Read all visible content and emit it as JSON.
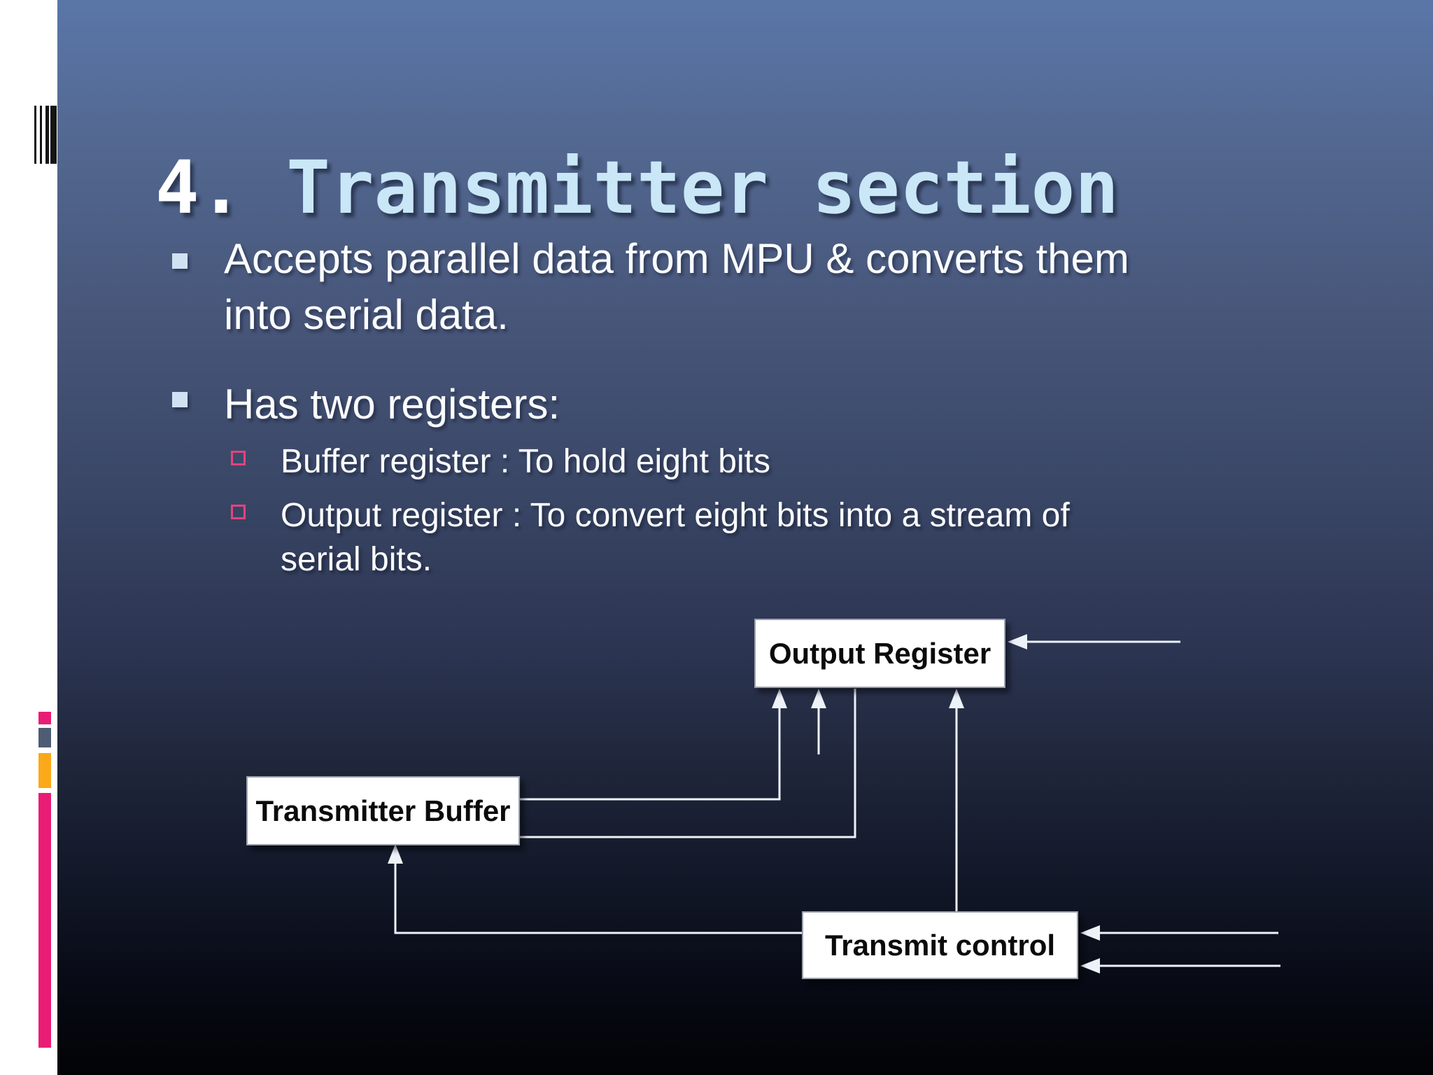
{
  "slide": {
    "title": {
      "number": "4.",
      "text": "Transmitter section"
    },
    "bullets": [
      {
        "lines": [
          "Accepts parallel data from MPU & converts them",
          "into serial data."
        ]
      },
      {
        "lines": [
          "Has two registers:"
        ]
      }
    ],
    "sub_bullets": [
      {
        "lines": [
          "Buffer register : To hold eight bits"
        ]
      },
      {
        "lines": [
          "Output register : To convert eight bits into a stream of",
          "serial bits."
        ]
      }
    ],
    "diagram": {
      "boxes": [
        {
          "label": "Output Register"
        },
        {
          "label": "Transmitter Buffer"
        },
        {
          "label": "Transmit control"
        }
      ]
    },
    "colors": {
      "background_top": "#5a76a8",
      "background_bottom": "#020305",
      "title_number": "#ffffff",
      "title_text": "#c9e7f7",
      "body_text": "#fbfcfe",
      "bullet_marker": "#d0e2f2",
      "sub_bullet_marker": "#e2447d",
      "deco_pink": "#e91d75",
      "deco_gray": "#4e5d73",
      "deco_orange": "#fba919",
      "diagram_line": "#edf2f8",
      "diagram_box_background": "#ffffff",
      "diagram_box_text": "#0b0b0c"
    }
  }
}
